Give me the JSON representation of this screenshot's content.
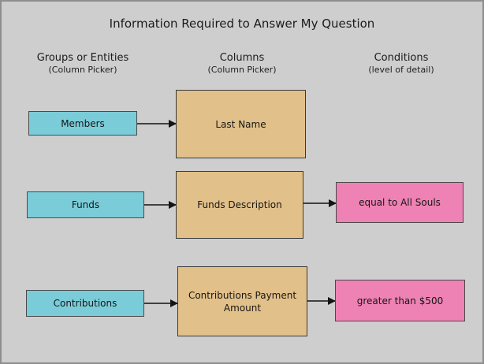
{
  "title": "Information Required to Answer My Question",
  "columns": [
    {
      "label": "Groups or Entities",
      "sublabel": "(Column Picker)"
    },
    {
      "label": "Columns",
      "sublabel": "(Column Picker)"
    },
    {
      "label": "Conditions",
      "sublabel": "(level of detail)"
    }
  ],
  "rows": [
    {
      "entity": "Members",
      "column": "Last Name",
      "condition": null
    },
    {
      "entity": "Funds",
      "column": "Funds Description",
      "condition": "equal to All Souls"
    },
    {
      "entity": "Contributions",
      "column": "Contributions Payment Amount",
      "condition": "greater than $500"
    }
  ],
  "colors": {
    "entity_box": "#7bccd9",
    "column_box": "#e2c089",
    "condition_box": "#ee82b4",
    "background": "#cecece",
    "canvas_border": "#8e8e8e",
    "arrow": "#404040"
  }
}
